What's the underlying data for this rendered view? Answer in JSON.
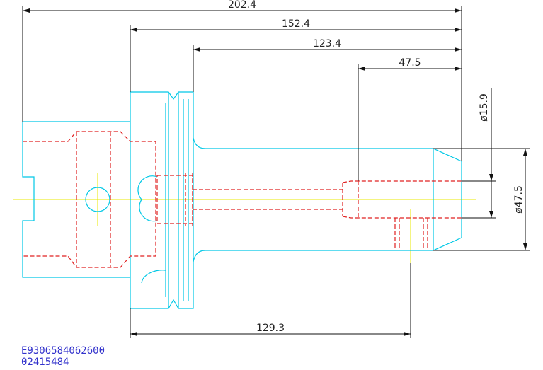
{
  "drawing": {
    "colors": {
      "outline": "#00c8e6",
      "hidden": "#e02020",
      "centerline": "#e8e800",
      "dimension": "#111111",
      "part_code": "#3333cc"
    },
    "dimensions": {
      "overall_length": "202.4",
      "flange_to_tip": "152.4",
      "neck_to_tip": "123.4",
      "bore_depth": "47.5",
      "bore_diameter": "ø15.9",
      "nose_diameter": "ø47.5",
      "gauge_length": "129.3"
    },
    "part_code": {
      "line1": "E9306584062600",
      "line2": "02415484"
    }
  }
}
